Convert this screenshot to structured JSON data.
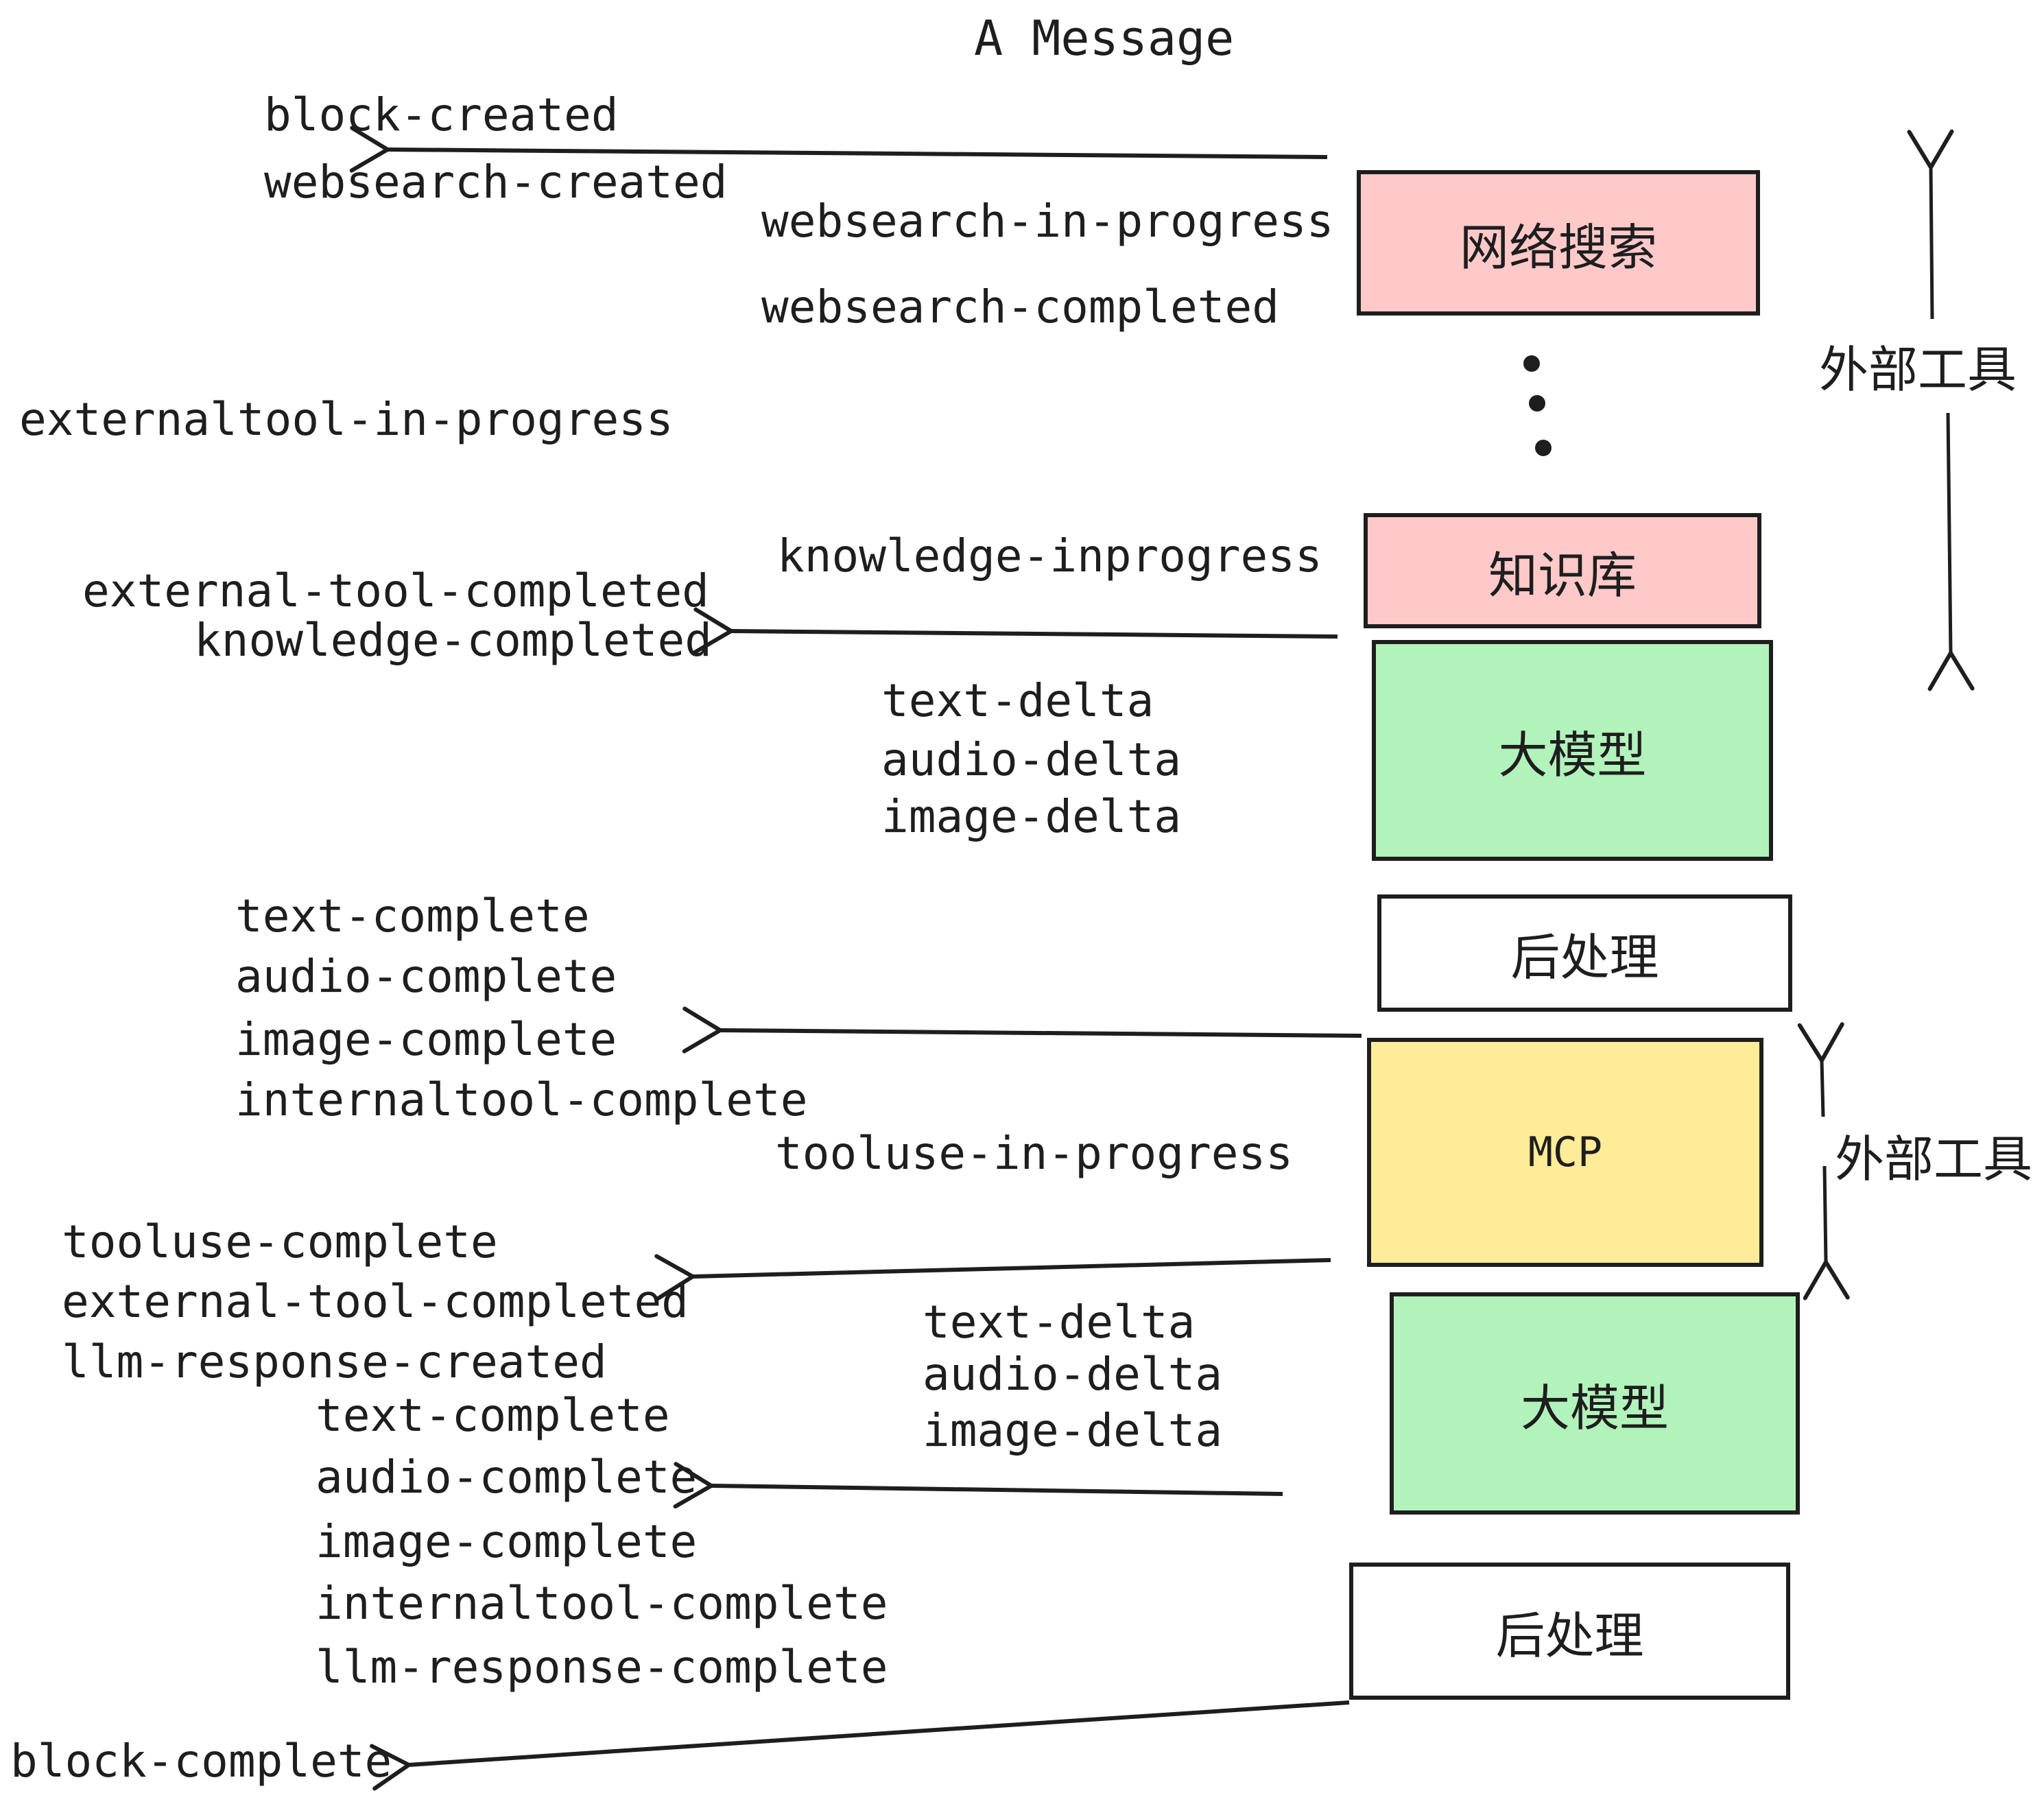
{
  "title": "A Message",
  "events": {
    "block_created": "block-created",
    "websearch_created": "websearch-created",
    "websearch_in_progress": "websearch-in-progress",
    "websearch_completed": "websearch-completed",
    "externaltool_in_progress": "externaltool-in-progress",
    "knowledge_inprogress": "knowledge-inprogress",
    "external_tool_completed": "external-tool-completed",
    "knowledge_completed": "knowledge-completed",
    "text_delta": "text-delta",
    "audio_delta": "audio-delta",
    "image_delta": "image-delta",
    "text_complete": "text-complete",
    "audio_complete": "audio-complete",
    "image_complete": "image-complete",
    "internaltool_complete": "internaltool-complete",
    "tooluse_in_progress": "tooluse-in-progress",
    "tooluse_complete": "tooluse-complete",
    "llm_response_created": "llm-response-created",
    "llm_response_complete": "llm-response-complete",
    "block_complete": "block-complete"
  },
  "nodes": {
    "websearch": {
      "label": "网络搜索",
      "fill": "#ffc9c9"
    },
    "knowledge": {
      "label": "知识库",
      "fill": "#ffc9c9"
    },
    "llm1": {
      "label": "大模型",
      "fill": "#b2f2bb"
    },
    "post1": {
      "label": "后处理",
      "fill": "#ffffff"
    },
    "mcp": {
      "label": "MCP",
      "fill": "#ffec99"
    },
    "llm2": {
      "label": "大模型",
      "fill": "#b2f2bb"
    },
    "post2": {
      "label": "后处理",
      "fill": "#ffffff"
    }
  },
  "side_labels": {
    "external_tools_top": "外部工具",
    "external_tools_mid": "外部工具"
  },
  "colors": {
    "stroke": "#1e1e1e",
    "box_pink": "#ffc9c9",
    "box_green": "#b2f2bb",
    "box_yellow": "#ffec99",
    "box_white": "#ffffff",
    "background": "#ffffff"
  }
}
